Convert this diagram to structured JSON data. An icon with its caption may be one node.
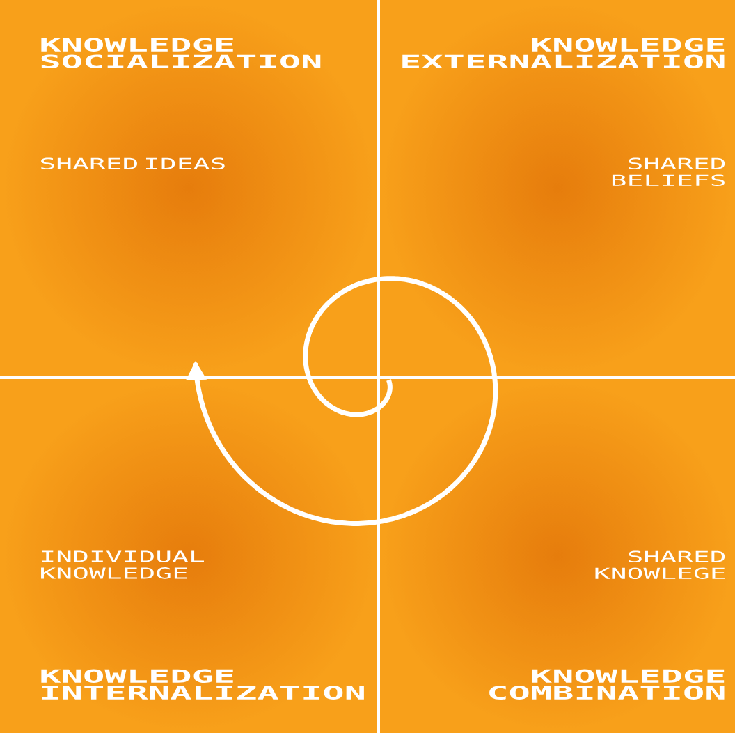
{
  "diagram": {
    "nodes": [
      {
        "text": [
          "KNOWLEDGE SOCIALIZATION",
          "SHARED IDEAS"
        ]
      },
      {
        "text": [
          "KNOWLEDGE EXTERNALIZATION",
          "SHARED BELIEFS"
        ]
      },
      {
        "text": [
          "INDIVIDUAL KNOWLEDGE",
          "KNOWLEDGE INTERNALIZATION"
        ]
      },
      {
        "text": [
          "SHARED KNOWLEGE",
          "KNOWLEDGE COMBINATION"
        ]
      }
    ]
  }
}
